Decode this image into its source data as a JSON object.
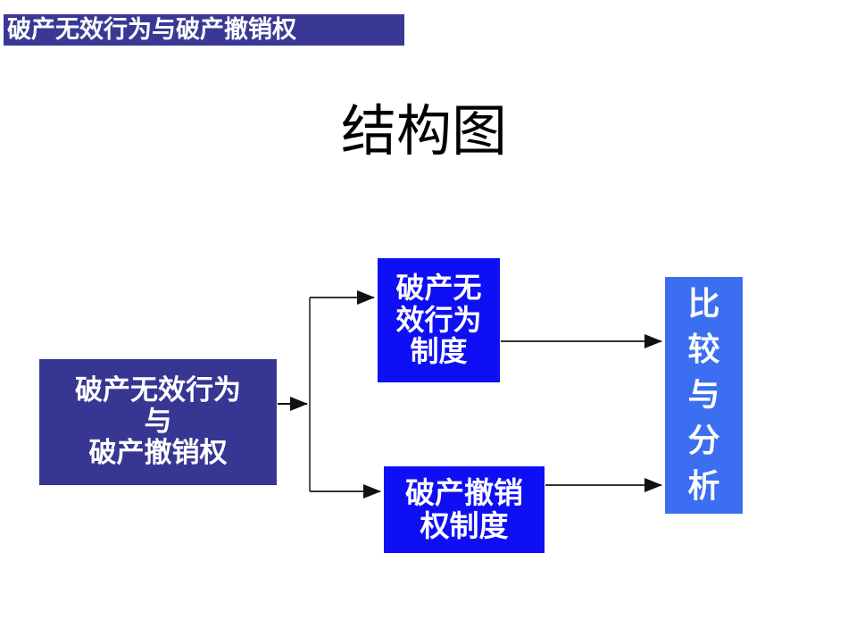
{
  "slide": {
    "header_banner": "破产无效行为与破产撤销权",
    "title": "结构图",
    "background_color": "#ffffff"
  },
  "colors": {
    "banner_bg": "#393995",
    "root_node_bg": "#373793",
    "middle_node_bg": "#0f0ff5",
    "compare_node_bg": "#3b6ef0",
    "node_text": "#ffffff",
    "title_text": "#000000",
    "connector_line": "#000000"
  },
  "diagram": {
    "type": "flowchart",
    "nodes": [
      {
        "id": "root",
        "lines": [
          "破产无效行为",
          "与",
          "破产撤销权"
        ],
        "line1": "破产无效行为",
        "line2": "与",
        "line3": "破产撤销权"
      },
      {
        "id": "invalid-system",
        "lines": [
          "破产无",
          "效行为",
          "制度"
        ],
        "line1": "破产无",
        "line2": "效行为",
        "line3": "制度"
      },
      {
        "id": "revocation-system",
        "lines": [
          "破产撤销",
          "权制度"
        ],
        "line1": "破产撤销",
        "line2": "权制度"
      },
      {
        "id": "compare-analysis",
        "lines": [
          "比",
          "较",
          "与",
          "分",
          "析"
        ],
        "char1": "比",
        "char2": "较",
        "char3": "与",
        "char4": "分",
        "char5": "析"
      }
    ],
    "edges": [
      {
        "from": "root",
        "to": "invalid-system",
        "style": "elbow-arrow"
      },
      {
        "from": "root",
        "to": "revocation-system",
        "style": "elbow-arrow"
      },
      {
        "from": "invalid-system",
        "to": "compare-analysis",
        "style": "straight-arrow"
      },
      {
        "from": "revocation-system",
        "to": "compare-analysis",
        "style": "straight-arrow"
      }
    ]
  }
}
